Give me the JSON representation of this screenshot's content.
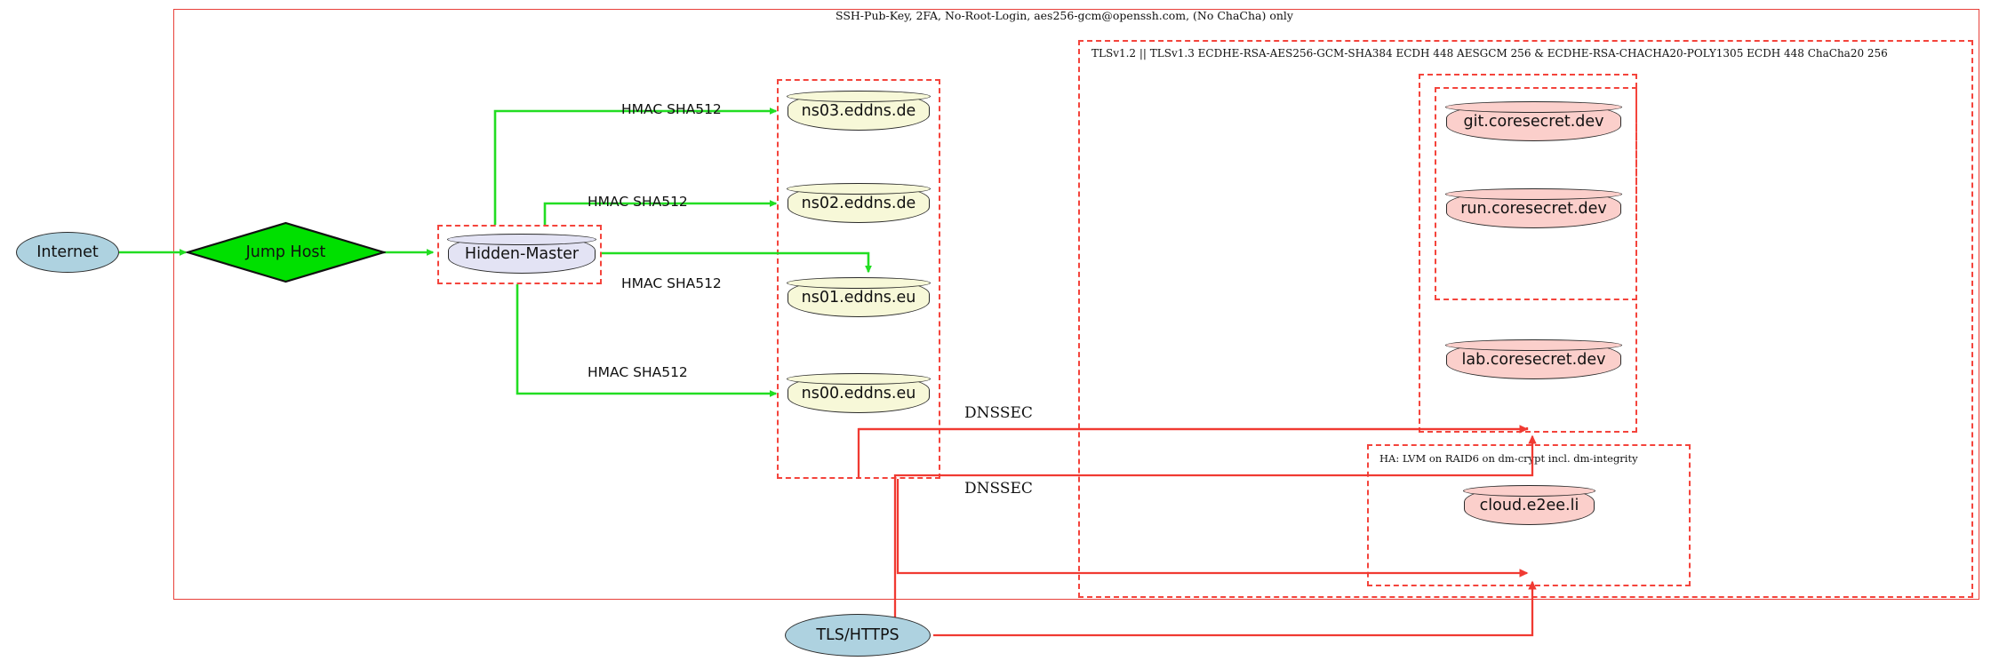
{
  "diagram": {
    "title_label": "SSH-Pub-Key, 2FA, No-Root-Login, aes256-gcm@openssh.com, (No ChaCha) only",
    "tls_cluster_label": "TLSv1.2 || TLSv1.3 ECDHE-RSA-AES256-GCM-SHA384 ECDH 448 AESGCM 256 & ECDHE-RSA-CHACHA20-POLY1305 ECDH 448 ChaCha20 256",
    "ha_cluster_label": "HA: LVM on RAID6 on dm-crypt incl. dm-integrity"
  },
  "nodes": {
    "internet": "Internet",
    "jump_host": "Jump Host",
    "hidden_master": "Hidden-Master",
    "ns03": "ns03.eddns.de",
    "ns02": "ns02.eddns.de",
    "ns01": "ns01.eddns.eu",
    "ns00": "ns00.eddns.eu",
    "git": "git.coresecret.dev",
    "run": "run.coresecret.dev",
    "lab": "lab.coresecret.dev",
    "cloud": "cloud.e2ee.li",
    "tls_https": "TLS/HTTPS"
  },
  "edges": {
    "hmac_ns03": "HMAC SHA512",
    "hmac_ns02": "HMAC SHA512",
    "hmac_ns01": "HMAC SHA512",
    "hmac_ns00": "HMAC SHA512",
    "dnssec_upper": "DNSSEC",
    "dnssec_lower": "DNSSEC"
  },
  "colors": {
    "flow_green": "#22dd22",
    "flow_red": "#f03a32",
    "cluster_red": "#f4443c",
    "node_yellow": "#f7f8d8",
    "node_pink": "#fbcfcb",
    "node_lavender": "#e3e3f4",
    "node_blue": "#aed2e0",
    "node_green": "#00e000"
  }
}
